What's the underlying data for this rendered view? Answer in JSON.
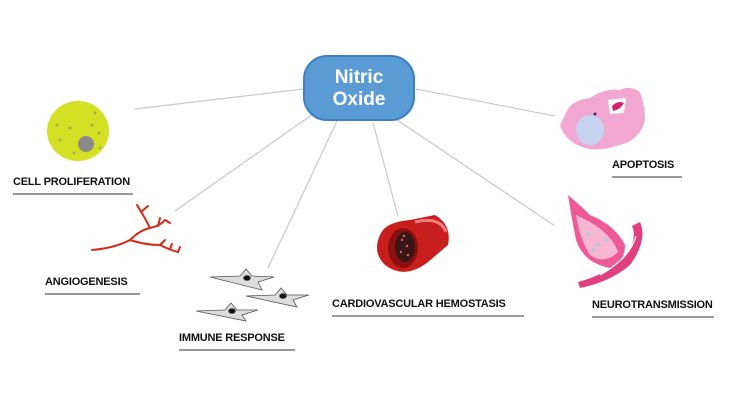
{
  "center": {
    "line1": "Nitric",
    "line2": "Oxide",
    "color": "#5b9bd5"
  },
  "nodes": [
    {
      "label": "CELL PROLIFERATION"
    },
    {
      "label": "ANGIOGENESIS"
    },
    {
      "label": "IMMUNE RESPONSE"
    },
    {
      "label": "CARDIOVASCULAR HEMOSTASIS"
    },
    {
      "label": "APOPTOSIS"
    },
    {
      "label": "NEUROTRANSMISSION"
    }
  ]
}
